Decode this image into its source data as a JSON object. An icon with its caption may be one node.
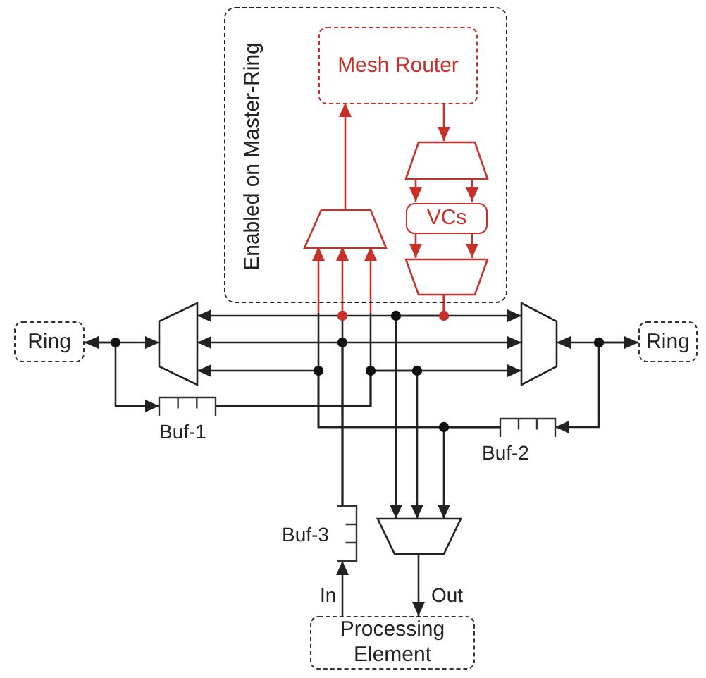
{
  "diagram": {
    "nodes": [
      {
        "text": [
          "Enabled on Master-Ring"
        ]
      },
      {
        "text": [
          "Mesh Router"
        ],
        "in": 0
      },
      {
        "text": [],
        "shape": "trapezoid",
        "in": 0
      },
      {
        "text": [],
        "shape": "trapezoid",
        "in": 0
      },
      {
        "text": [
          "VCs"
        ],
        "in": 0
      },
      {
        "text": [],
        "shape": "trapezoid",
        "in": 0
      },
      {
        "text": [
          "Ring"
        ]
      },
      {
        "text": [],
        "shape": "trapezoid"
      },
      {
        "text": [],
        "shape": "trapezoid"
      },
      {
        "text": [
          "Ring"
        ]
      },
      {
        "text": [
          "Buf-1"
        ]
      },
      {
        "text": [
          "Buf-2"
        ]
      },
      {
        "text": [
          "Buf-3"
        ]
      },
      {
        "text": [],
        "shape": "trapezoid"
      },
      {
        "text": [
          "Processing Element"
        ]
      }
    ],
    "edges": [
      {
        "from": 6,
        "to": 7,
        "arrow": "both"
      },
      {
        "from": 6,
        "to": 10,
        "arrow": "to"
      },
      {
        "from": 10,
        "to": 2,
        "arrow": "to"
      },
      {
        "from": 10,
        "to": 8,
        "arrow": "to"
      },
      {
        "from": 10,
        "to": 13,
        "arrow": "to"
      },
      {
        "from": 9,
        "to": 8,
        "arrow": "both"
      },
      {
        "from": 9,
        "to": 11,
        "arrow": "to"
      },
      {
        "from": 11,
        "to": 2,
        "arrow": "to"
      },
      {
        "from": 11,
        "to": 7,
        "arrow": "to"
      },
      {
        "from": 11,
        "to": 13,
        "arrow": "to"
      },
      {
        "from": 12,
        "to": 2,
        "arrow": "to"
      },
      {
        "from": 12,
        "to": 7,
        "arrow": "to"
      },
      {
        "from": 12,
        "to": 8,
        "arrow": "to"
      },
      {
        "from": 2,
        "to": 1,
        "arrow": "to",
        "color": "#c8312a"
      },
      {
        "from": 1,
        "to": 3,
        "arrow": "to",
        "color": "#c8312a"
      },
      {
        "from": 3,
        "to": 4,
        "arrow": "to",
        "color": "#c8312a"
      },
      {
        "from": 3,
        "to": 4,
        "arrow": "to",
        "color": "#c8312a"
      },
      {
        "from": 4,
        "to": 5,
        "arrow": "to",
        "color": "#c8312a"
      },
      {
        "from": 4,
        "to": 5,
        "arrow": "to",
        "color": "#c8312a"
      },
      {
        "from": 5,
        "to": 7,
        "arrow": "to"
      },
      {
        "from": 5,
        "to": 8,
        "arrow": "to"
      },
      {
        "from": 5,
        "to": 13,
        "arrow": "to"
      },
      {
        "from": 13,
        "to": 14,
        "arrow": "to",
        "label": "Out"
      },
      {
        "from": 14,
        "to": 12,
        "arrow": "to",
        "label": "In"
      }
    ]
  }
}
